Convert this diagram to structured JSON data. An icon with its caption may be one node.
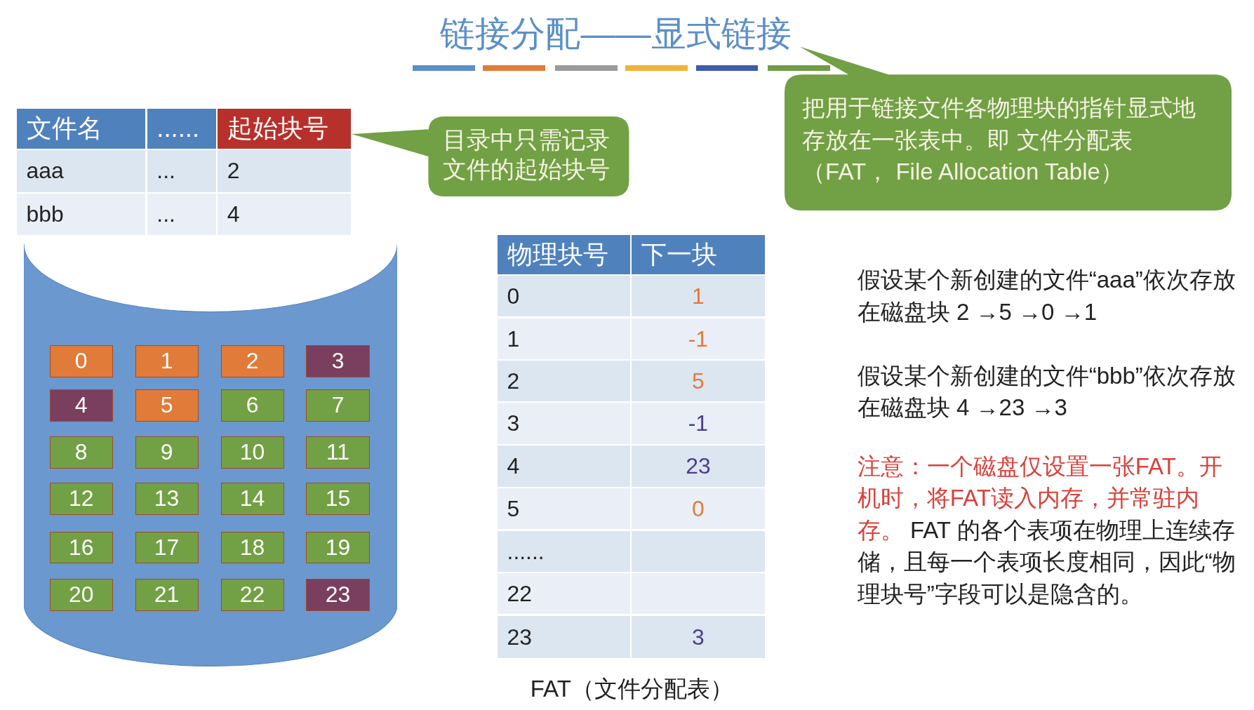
{
  "diagram": {
    "title": "链接分配——显式链接",
    "nodes": [
      {
        "text": [
          "目录中只需记录文件的起始块号"
        ]
      },
      {
        "text": [
          "把用于链接文件各物理块的指针显式地存放在一张表中。即 文件分配表（FAT， File Allocation Table）"
        ]
      },
      {
        "text": [],
        "shape": "cylinder"
      },
      {
        "text": [
          "0"
        ],
        "in": 2
      },
      {
        "text": [
          "1"
        ],
        "in": 2
      },
      {
        "text": [
          "2"
        ],
        "in": 2
      },
      {
        "text": [
          "3"
        ],
        "in": 2
      },
      {
        "text": [
          "4"
        ],
        "in": 2
      },
      {
        "text": [
          "5"
        ],
        "in": 2
      },
      {
        "text": [
          "6"
        ],
        "in": 2
      },
      {
        "text": [
          "7"
        ],
        "in": 2
      },
      {
        "text": [
          "8"
        ],
        "in": 2
      },
      {
        "text": [
          "9"
        ],
        "in": 2
      },
      {
        "text": [
          "10"
        ],
        "in": 2
      },
      {
        "text": [
          "11"
        ],
        "in": 2
      },
      {
        "text": [
          "12"
        ],
        "in": 2
      },
      {
        "text": [
          "13"
        ],
        "in": 2
      },
      {
        "text": [
          "14"
        ],
        "in": 2
      },
      {
        "text": [
          "15"
        ],
        "in": 2
      },
      {
        "text": [
          "16"
        ],
        "in": 2
      },
      {
        "text": [
          "17"
        ],
        "in": 2
      },
      {
        "text": [
          "18"
        ],
        "in": 2
      },
      {
        "text": [
          "19"
        ],
        "in": 2
      },
      {
        "text": [
          "20"
        ],
        "in": 2
      },
      {
        "text": [
          "21"
        ],
        "in": 2
      },
      {
        "text": [
          "22"
        ],
        "in": 2
      },
      {
        "text": [
          "23"
        ],
        "in": 2
      }
    ],
    "labels": [
      "文件名",
      "......",
      "起始块号",
      "aaa",
      "...",
      "2",
      "bbb",
      "...",
      "4",
      "物理块号",
      "下一块",
      "0",
      "1",
      "1",
      "-1",
      "2",
      "5",
      "3",
      "-1",
      "4",
      "23",
      "5",
      "0",
      "......",
      "22",
      "23",
      "3",
      "FAT（文件分配表）",
      "假设某个新创建的文件“aaa”依次存放在磁盘块 2 →5 →0 →1",
      "假设某个新创建的文件“bbb”依次存放在磁盘块 4 →23 →3",
      "注意：一个磁盘仅设置一张FAT。开机时，将FAT读入内存，并常驻内存。",
      "FAT 的各个表项在物理上连续存储，且每一个表项长度相同，因此“物理块号”字段可以是隐含的。"
    ]
  }
}
